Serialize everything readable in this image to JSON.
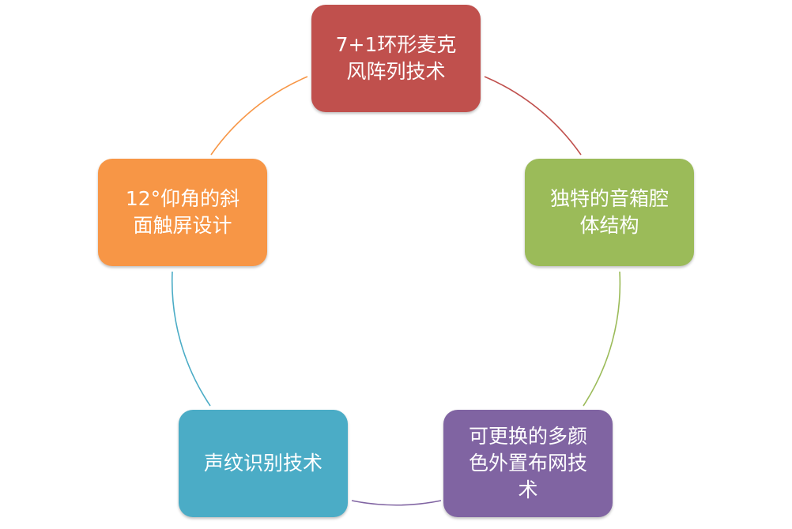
{
  "diagram": {
    "type": "cycle",
    "nodes": [
      {
        "id": "n1",
        "lines": [
          "7+1环形麦克",
          "风阵列技术"
        ],
        "color": "#c0504d"
      },
      {
        "id": "n2",
        "lines": [
          "独特的音箱腔",
          "体结构"
        ],
        "color": "#9bbb59"
      },
      {
        "id": "n3",
        "lines": [
          "可更换的多颜",
          "色外置布网技",
          "术"
        ],
        "color": "#8064a2"
      },
      {
        "id": "n4",
        "lines": [
          "声纹识别技术"
        ],
        "color": "#4bacc6"
      },
      {
        "id": "n5",
        "lines": [
          "12°仰角的斜",
          "面触屏设计"
        ],
        "color": "#f79646"
      }
    ]
  }
}
